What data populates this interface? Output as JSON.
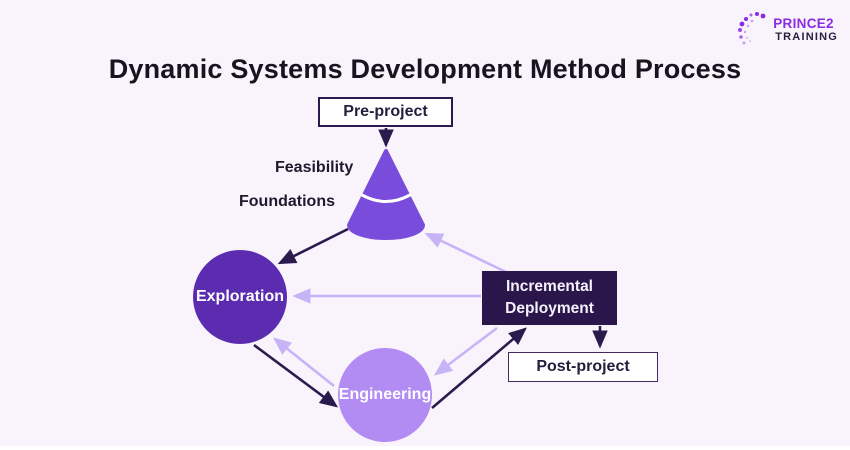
{
  "page": {
    "title": "Dynamic Systems Development Method Process"
  },
  "logo": {
    "line1": "PRINCE2",
    "line2": "TRAINING"
  },
  "diagram": {
    "nodes": {
      "pre_project": {
        "label": "Pre-project",
        "shape": "rect-outline"
      },
      "feasibility": {
        "label": "Feasibility",
        "shape": "cone-top-segment"
      },
      "foundations": {
        "label": "Foundations",
        "shape": "cone-bottom-segment"
      },
      "exploration": {
        "label": "Exploration",
        "shape": "circle",
        "color": "#5b2cb0"
      },
      "engineering": {
        "label": "Engineering",
        "shape": "circle",
        "color": "#b28cf2"
      },
      "incremental_deployment": {
        "label_line1": "Incremental",
        "label_line2": "Deployment",
        "shape": "rect-filled",
        "color": "#2a164b"
      },
      "post_project": {
        "label": "Post-project",
        "shape": "rect-outline"
      }
    },
    "edges": [
      {
        "from": "pre_project",
        "to": "cone",
        "style": "dark"
      },
      {
        "from": "cone",
        "to": "exploration",
        "style": "dark"
      },
      {
        "from": "incremental_deployment",
        "to": "cone",
        "style": "light"
      },
      {
        "from": "incremental_deployment",
        "to": "exploration",
        "style": "light"
      },
      {
        "from": "exploration",
        "to": "engineering",
        "style": "dark"
      },
      {
        "from": "engineering",
        "to": "exploration",
        "style": "light"
      },
      {
        "from": "incremental_deployment",
        "to": "engineering",
        "style": "light"
      },
      {
        "from": "engineering",
        "to": "incremental_deployment",
        "style": "dark"
      },
      {
        "from": "incremental_deployment",
        "to": "post_project",
        "style": "dark"
      }
    ],
    "colors": {
      "background": "#f9f3fc",
      "cone": "#7a4cdb",
      "exploration_circle": "#5b2cb0",
      "engineering_circle": "#b28cf2",
      "deployment_box": "#2a164b",
      "arrow_dark": "#2b1b4d",
      "arrow_light": "#c7b3f6",
      "brand_purple": "#8b2be2",
      "brand_dark": "#2a2140"
    }
  }
}
